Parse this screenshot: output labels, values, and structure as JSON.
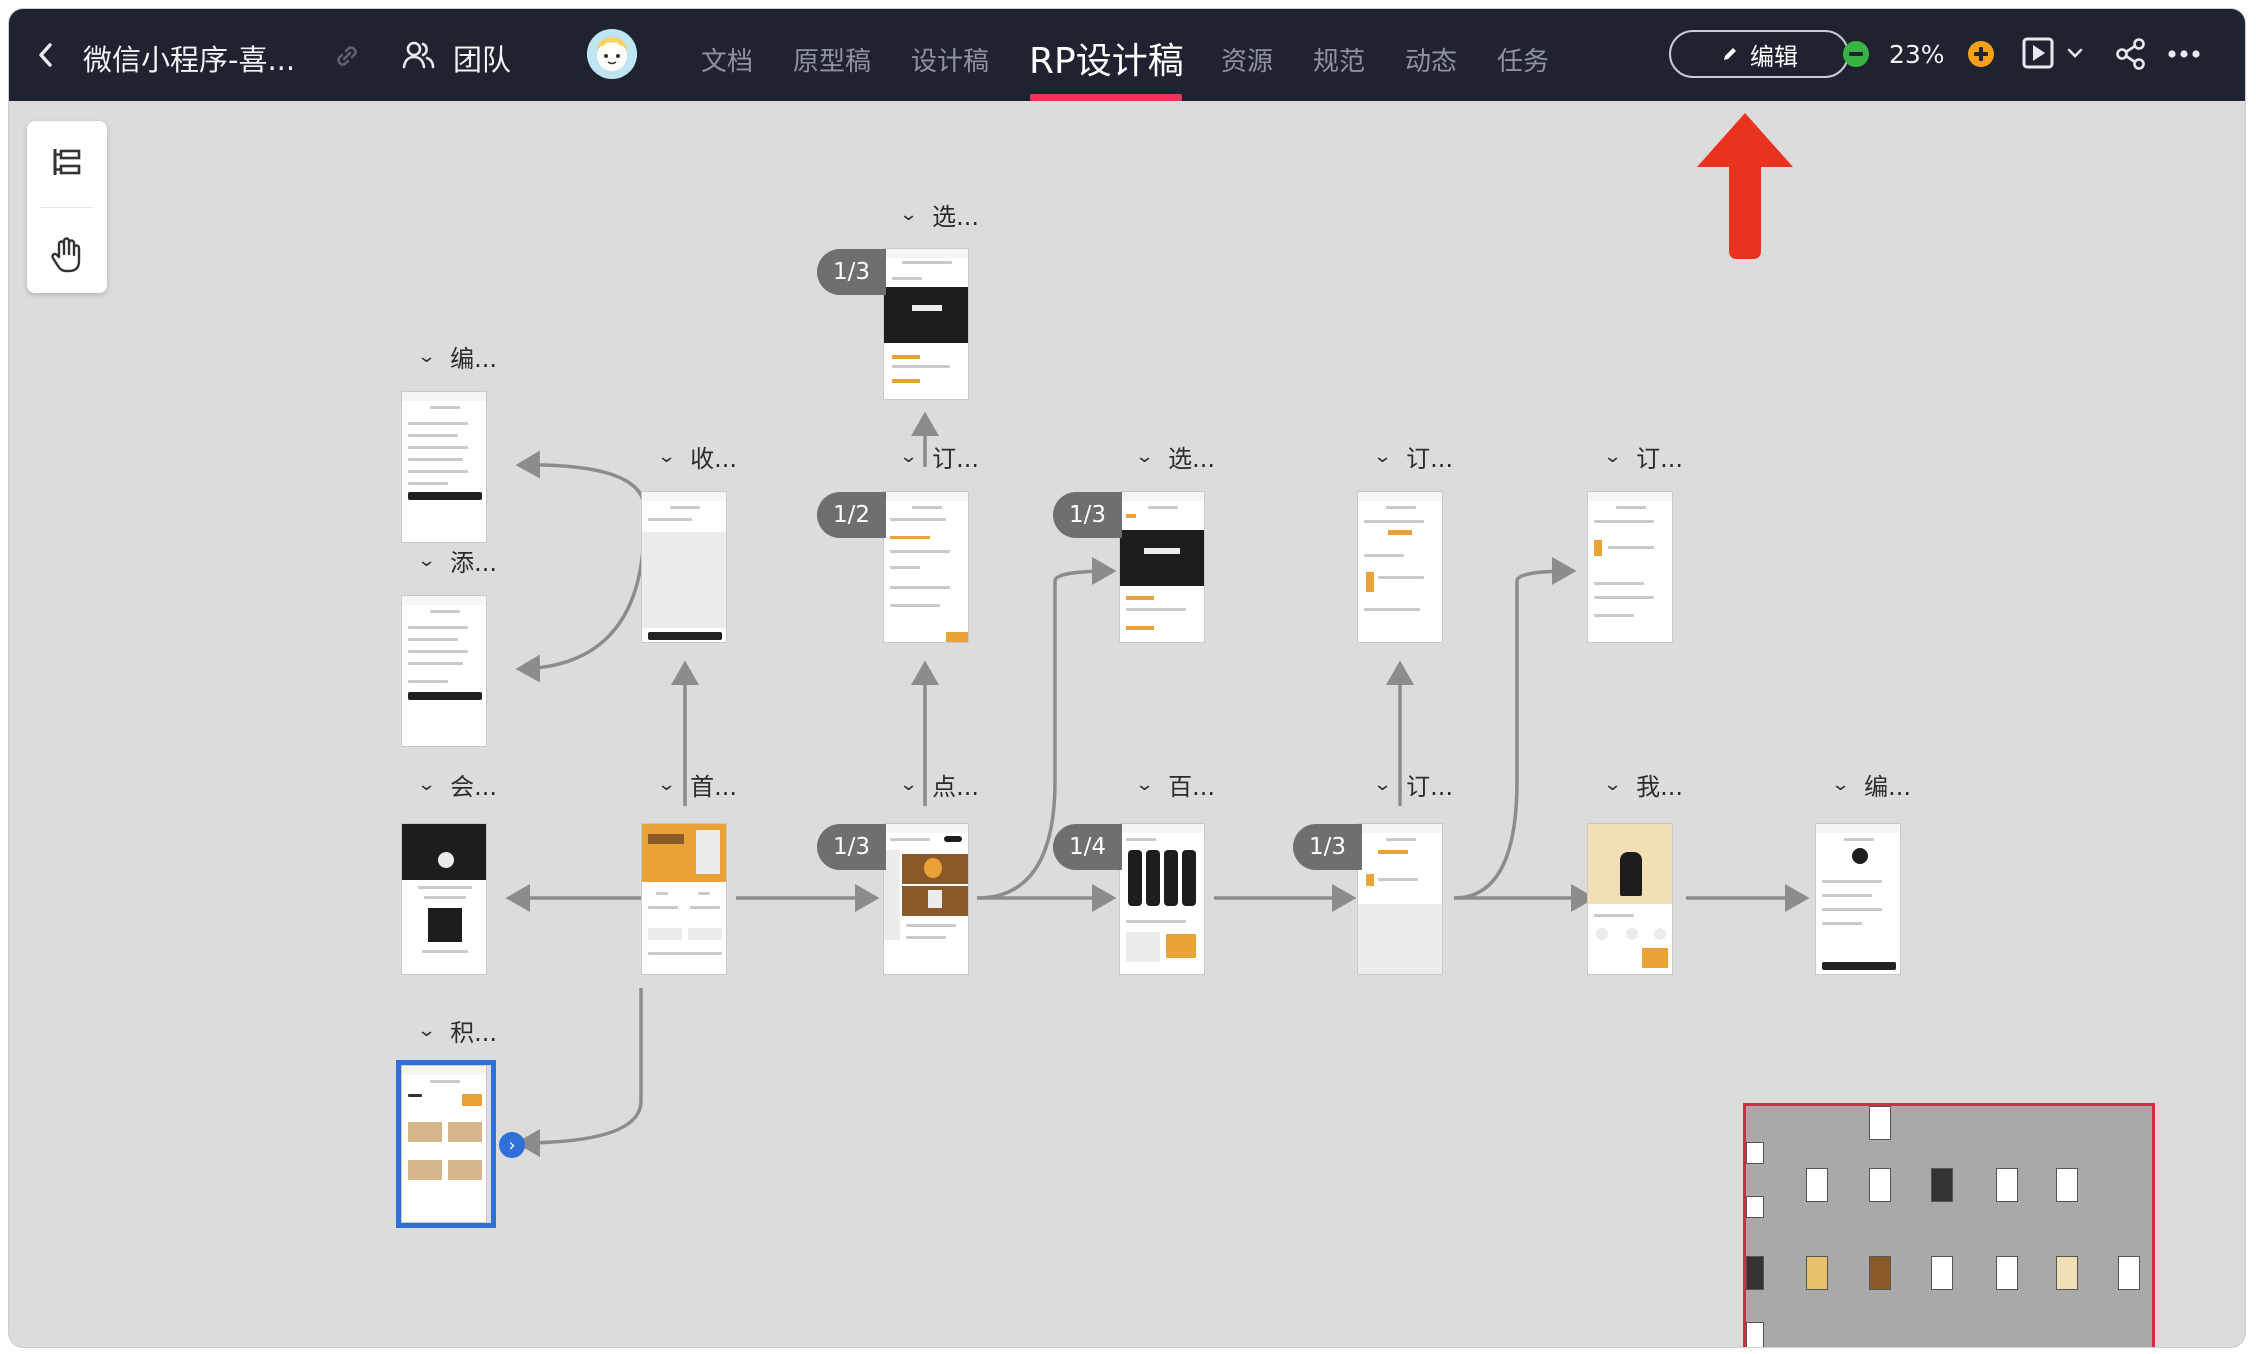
{
  "topbar": {
    "project_title": "微信小程序-喜...",
    "team_label": "团队",
    "tabs": [
      {
        "label": "文档"
      },
      {
        "label": "原型稿"
      },
      {
        "label": "设计稿"
      },
      {
        "label": "RP设计稿",
        "active": true
      },
      {
        "label": "资源"
      },
      {
        "label": "规范"
      },
      {
        "label": "动态"
      },
      {
        "label": "任务"
      }
    ],
    "edit_label": "编辑",
    "zoom_level": "23%",
    "active_color": "#e8375a",
    "bar_color": "#1f2330"
  },
  "canvas": {
    "background": "#dcdcdc",
    "screens": [
      {
        "label": "选..."
      },
      {
        "label": "编..."
      },
      {
        "label": "添..."
      },
      {
        "label": "收..."
      },
      {
        "label": "订..."
      },
      {
        "label": "选..."
      },
      {
        "label": "订..."
      },
      {
        "label": "订..."
      },
      {
        "label": "会..."
      },
      {
        "label": "首..."
      },
      {
        "label": "点..."
      },
      {
        "label": "百..."
      },
      {
        "label": "订..."
      },
      {
        "label": "我..."
      },
      {
        "label": "编..."
      },
      {
        "label": "积..."
      }
    ],
    "badges": [
      "1/3",
      "1/2",
      "1/3",
      "1/3",
      "1/4",
      "1/3"
    ],
    "selected_color": "#2e6fd8"
  },
  "icons": {
    "back": "chevron-left-icon",
    "link": "link-icon",
    "team": "team-icon",
    "edit": "pencil-icon",
    "zoom_out": "minus-circle-icon",
    "zoom_in": "plus-circle-icon",
    "play": "play-icon",
    "share": "share-icon",
    "more": "more-icon",
    "tree_tool": "tree-icon",
    "hand_tool": "hand-icon"
  },
  "annotation_color": "#e8331f"
}
